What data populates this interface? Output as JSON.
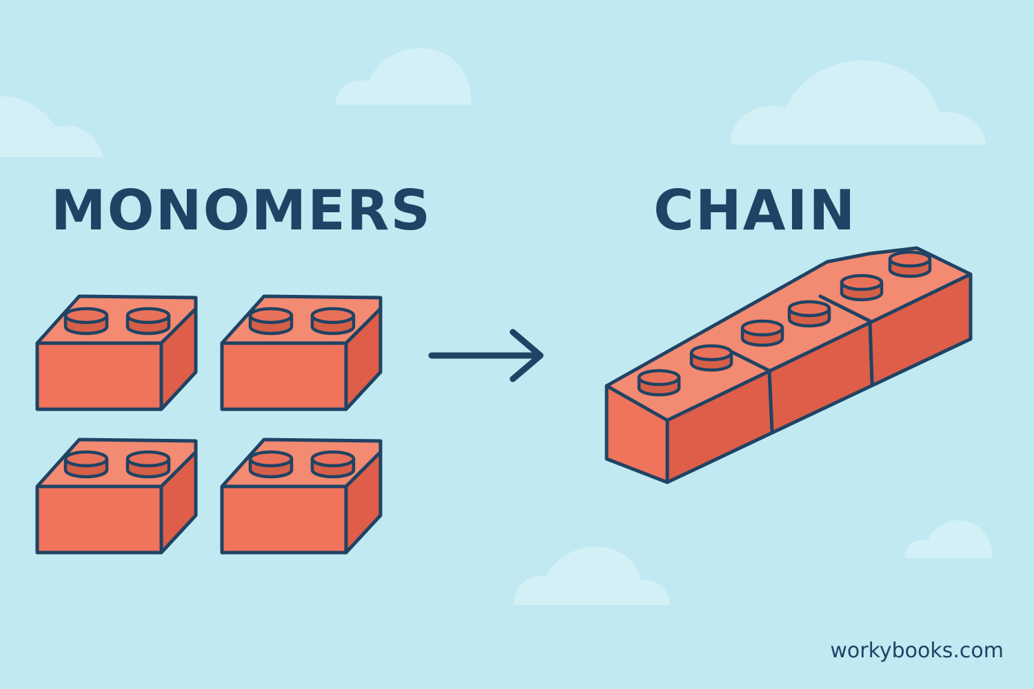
{
  "labels": {
    "monomers": "MONOMERS",
    "chain": "CHAIN"
  },
  "watermark": "workybooks.com",
  "colors": {
    "background": "#c0e9f1",
    "cloud": "#d3f0f6",
    "brick_front": "#f0735c",
    "brick_side": "#de5e49",
    "brick_top": "#f38a72",
    "stud_top": "#e9715a",
    "stud_side": "#d65f48",
    "outline": "#1f4364",
    "text": "#1f4364"
  },
  "icons": {
    "monomer_brick": "lego-brick-2x1-icon",
    "reaction_arrow": "arrow-right-icon",
    "polymer_chain": "lego-brick-chain-icon",
    "cloud": "cloud-icon"
  },
  "diagram": {
    "monomer_count": 4,
    "chain_segments": 3
  }
}
